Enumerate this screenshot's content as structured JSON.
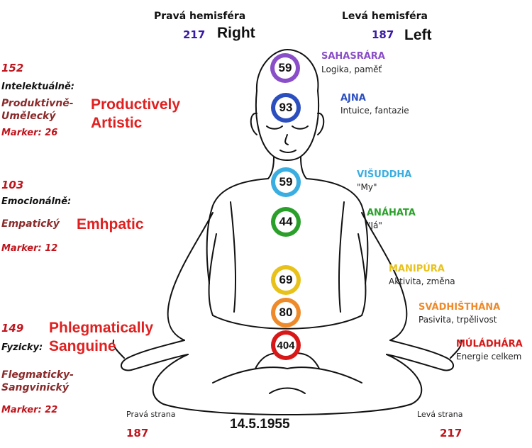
{
  "header": {
    "right_title": "Pravá hemisféra",
    "right_value": "217",
    "right_en": "Right",
    "left_title": "Levá hemisféra",
    "left_value": "187",
    "left_en": "Left"
  },
  "sides": [
    {
      "number": "152",
      "label": "Intelektuálně:",
      "cz": "Produktivně-Umělecký",
      "cz_line1": "Produktivně-",
      "cz_line2": "Umělecký",
      "marker": "Marker: 26",
      "en_line1": "Productively",
      "en_line2": "Artistic"
    },
    {
      "number": "103",
      "label": "Emocionálně:",
      "cz": "Empatický",
      "marker": "Marker: 12",
      "en_line1": "Emhpatic"
    },
    {
      "number": "149",
      "label": "Fyzicky:",
      "cz_line1": "Flegmaticky-",
      "cz_line2": "Sangvinický",
      "marker": "Marker: 22",
      "en_line1": "Phlegmatically",
      "en_line2": "Sanguine"
    }
  ],
  "chakras": [
    {
      "value": "59",
      "name": "SAHASRÁRA",
      "desc": "Logika, paměť",
      "color": "#8a4fc8"
    },
    {
      "value": "93",
      "name": "AJNA",
      "desc": "Intuice, fantazie",
      "color": "#2c4fc0"
    },
    {
      "value": "59",
      "name": "VIŠUDDHA",
      "desc": "\"My\"",
      "color": "#3aaee0"
    },
    {
      "value": "44",
      "name": "ANÁHATA",
      "desc": "\"Já\"",
      "color": "#2aa02a"
    },
    {
      "value": "69",
      "name": "MANIPÚRA",
      "desc": "Aktivita, změna",
      "color": "#e8c21a"
    },
    {
      "value": "80",
      "name": "SVÁDHIŠTHÁNA",
      "desc": "Pasivita, trpělivost",
      "color": "#ee8a2a"
    },
    {
      "value": "404",
      "name": "MÚLÁDHÁRA",
      "desc": "Energie celkem",
      "color": "#d81818"
    }
  ],
  "footer": {
    "right_label": "Pravá strana",
    "right_value": "187",
    "date": "14.5.1955",
    "left_label": "Levá strana",
    "left_value": "217"
  }
}
